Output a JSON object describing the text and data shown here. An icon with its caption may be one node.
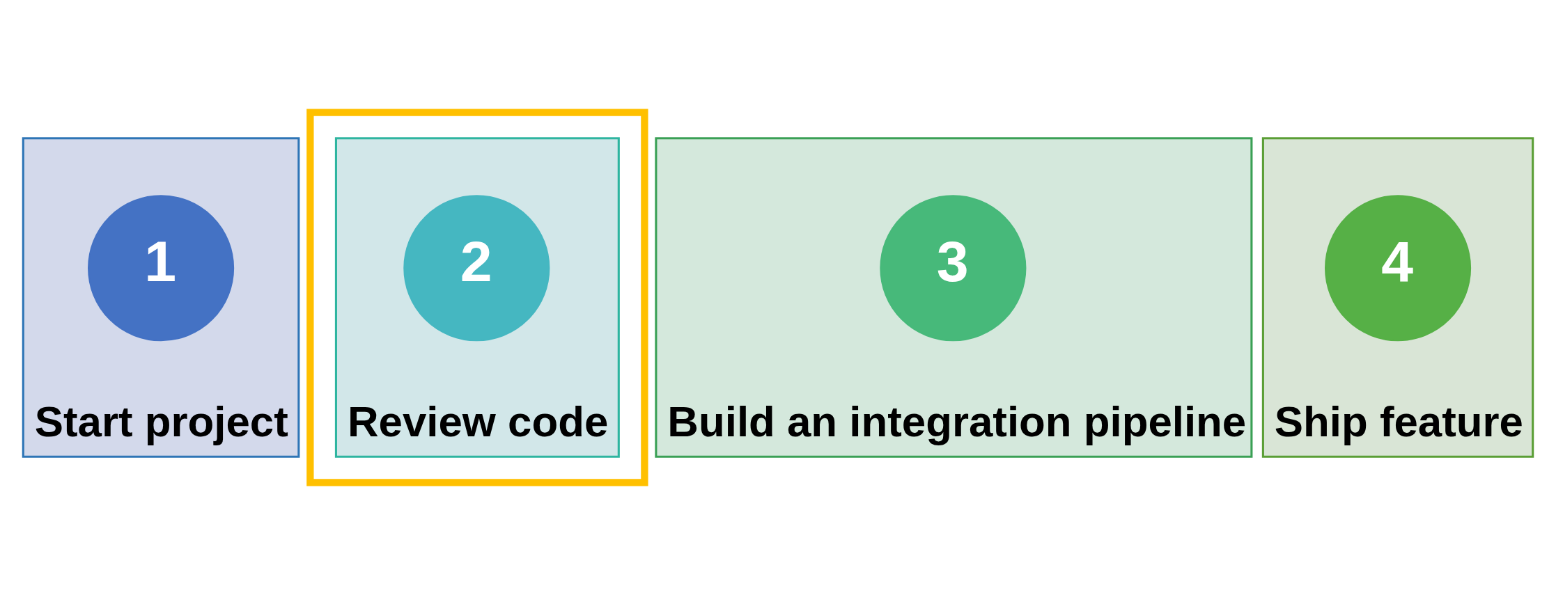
{
  "diagram": {
    "nodes": [
      {
        "text": [
          "Start project"
        ]
      },
      {
        "text": [
          "1"
        ],
        "in": 0
      },
      {
        "text": [],
        "shape": "box"
      },
      {
        "text": [
          "Review code"
        ],
        "in": 2
      },
      {
        "text": [
          "2"
        ],
        "in": 3
      },
      {
        "text": [
          "Build an integration pipeline"
        ]
      },
      {
        "text": [
          "3"
        ],
        "in": 5
      },
      {
        "text": [
          "Ship feature"
        ]
      },
      {
        "text": [
          "4"
        ],
        "in": 7
      }
    ],
    "edges": []
  }
}
